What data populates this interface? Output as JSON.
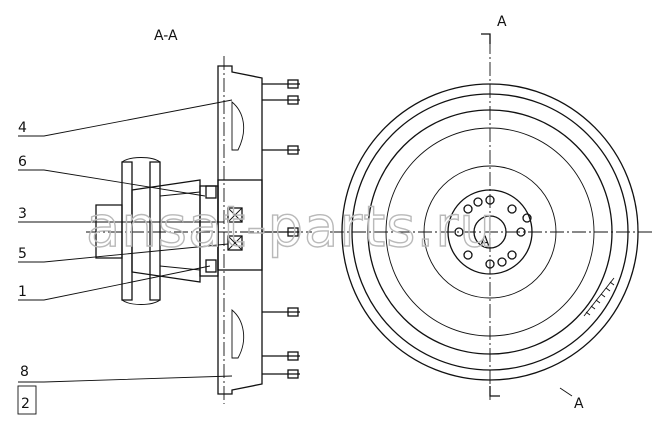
{
  "section_title": "A-A",
  "cut_marker_top": "A",
  "cut_marker_bottom": "A",
  "center_marker": "A",
  "callouts": [
    {
      "id": "c4",
      "label": "4"
    },
    {
      "id": "c6",
      "label": "6"
    },
    {
      "id": "c3",
      "label": "3"
    },
    {
      "id": "c5",
      "label": "5"
    },
    {
      "id": "c1",
      "label": "1"
    },
    {
      "id": "c8",
      "label": "8"
    },
    {
      "id": "c2",
      "label": "2"
    }
  ],
  "watermark": "ansat-parts.ru"
}
